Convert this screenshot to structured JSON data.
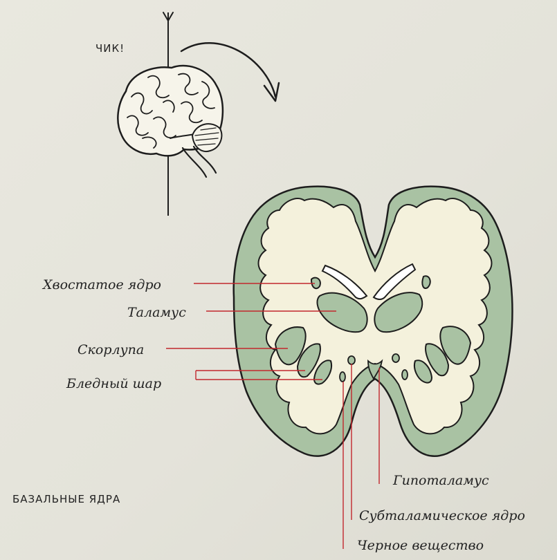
{
  "top_label": "ЧИК!",
  "bottom_title": "БАЗАЛЬНЫЕ ЯДРА",
  "labels": {
    "caudate": "Хвостатое ядро",
    "thalamus": "Таламус",
    "putamen": "Скорлупа",
    "globus_pallidus": "Бледный шар",
    "hypothalamus": "Гипоталамус",
    "subthalamic": "Субталамическое ядро",
    "substantia_nigra": "Черное вещество"
  },
  "colors": {
    "gray_matter": "#a9c2a3",
    "white_matter": "#f4f1dc",
    "outline": "#1d1d1d",
    "leader_line": "#c2272d"
  }
}
